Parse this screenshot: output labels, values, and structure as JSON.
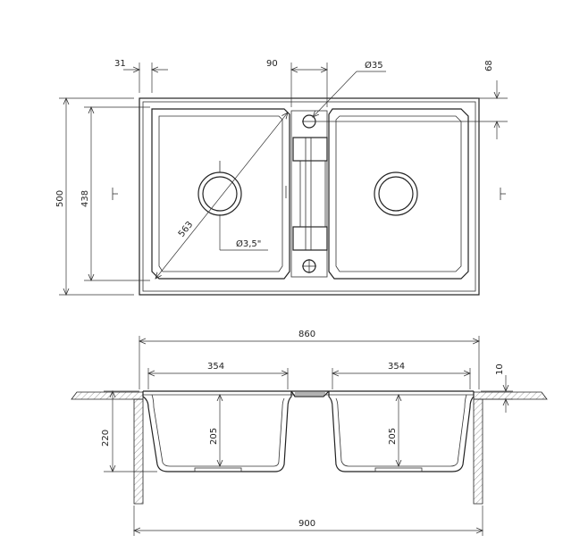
{
  "top_view": {
    "dim_31": "31",
    "dim_90": "90",
    "dim_d35": "Ø35",
    "dim_68": "68",
    "dim_500": "500",
    "dim_438": "438",
    "dim_563": "563",
    "dim_d35in": "Ø3,5\""
  },
  "section_view": {
    "dim_860": "860",
    "dim_354_left": "354",
    "dim_354_right": "354",
    "dim_10": "10",
    "dim_220": "220",
    "dim_205_left": "205",
    "dim_205_right": "205",
    "dim_900": "900"
  }
}
